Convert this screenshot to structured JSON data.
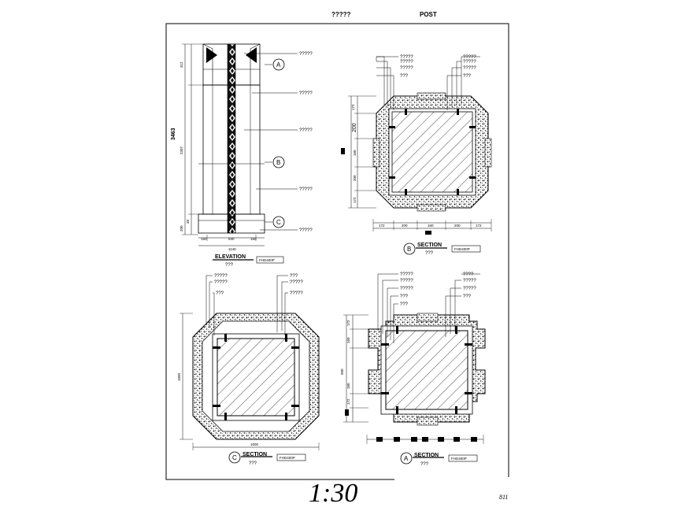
{
  "header": {
    "left": "?????",
    "right": "POST"
  },
  "scale": "1:30",
  "page_number": "811",
  "elevation": {
    "title": "ELEVATION",
    "subtitle": "???",
    "tag": "FHD400P",
    "dim_total": "3463",
    "dim_top": "312",
    "dim_mid": "2307",
    "dim_b1": "48",
    "dim_b2": "200",
    "dim_w1": "150",
    "dim_w2": "840",
    "dim_w3": "150",
    "dim_width": "1140",
    "callouts": [
      "?????",
      "?????",
      "?????",
      "?????",
      "?????"
    ],
    "markers": [
      "A",
      "B",
      "C"
    ]
  },
  "section_b": {
    "letter": "B",
    "title": "SECTION",
    "subtitle": "???",
    "tag": "FHD400P",
    "dims_h": [
      "172",
      "200",
      "160",
      "200",
      "172"
    ],
    "dims_v": [
      "172",
      "200",
      "160",
      "200",
      "172"
    ],
    "callouts_left": [
      "?????",
      "?????",
      "?????",
      "???"
    ],
    "callouts_right": [
      "?????",
      "?????",
      "?????",
      "???"
    ]
  },
  "section_c": {
    "letter": "C",
    "title": "SECTION",
    "subtitle": "???",
    "tag": "FHD400P",
    "dim_width": "1000",
    "dim_height": "1000",
    "callouts_left": [
      "?????",
      "?????",
      "???"
    ],
    "callouts_right": [
      "???",
      "?????",
      "?????"
    ]
  },
  "section_a": {
    "letter": "A",
    "title": "SECTION",
    "subtitle": "???",
    "tag": "FHD400P",
    "dims_v": [
      "172",
      "160",
      "900",
      "160",
      "172"
    ],
    "callouts_left": [
      "?????",
      "?????",
      "?????",
      "???",
      "???"
    ],
    "callouts_right": [
      "????",
      "?????",
      "?????",
      "???"
    ]
  }
}
